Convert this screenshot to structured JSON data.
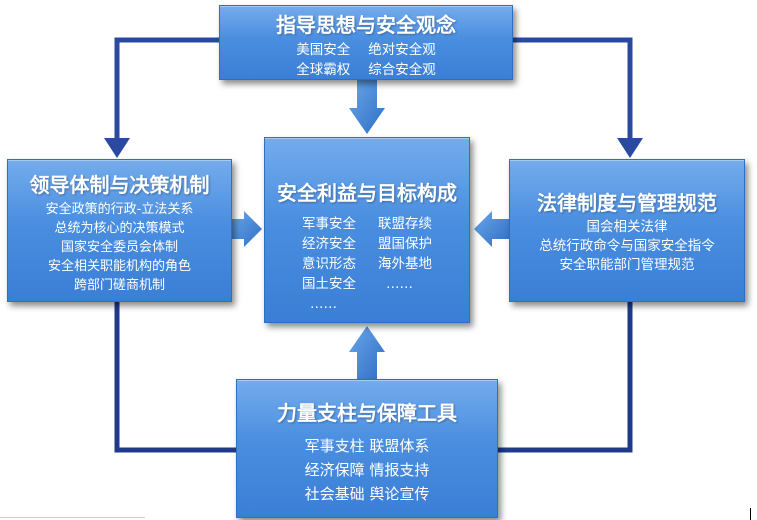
{
  "colors": {
    "box": "#4a8ee0",
    "arrow": "#3a7bd6",
    "connector": "#1f3a8a"
  },
  "top": {
    "title": "指导思想与安全观念",
    "items": [
      "美国安全",
      "绝对安全观",
      "全球霸权",
      "综合安全观"
    ]
  },
  "left": {
    "title": "领导体制与决策机制",
    "lines": [
      "安全政策的行政-立法关系",
      "总统为核心的决策模式",
      "国家安全委员会体制",
      "安全相关职能机构的角色",
      "跨部门磋商机制"
    ]
  },
  "center": {
    "title": "安全利益与目标构成",
    "items": [
      "军事安全",
      "联盟存续",
      "经济安全",
      "盟国保护",
      "意识形态",
      "海外基地",
      "国土安全",
      "……",
      "……",
      ""
    ]
  },
  "right": {
    "title": "法律制度与管理规范",
    "lines": [
      "国会相关法律",
      "总统行政命令与国家安全指令",
      "安全职能部门管理规范"
    ]
  },
  "bottom": {
    "title": "力量支柱与保障工具",
    "lines": [
      "军事支柱  联盟体系",
      "经济保障  情报支持",
      "社会基础  舆论宣传"
    ]
  }
}
